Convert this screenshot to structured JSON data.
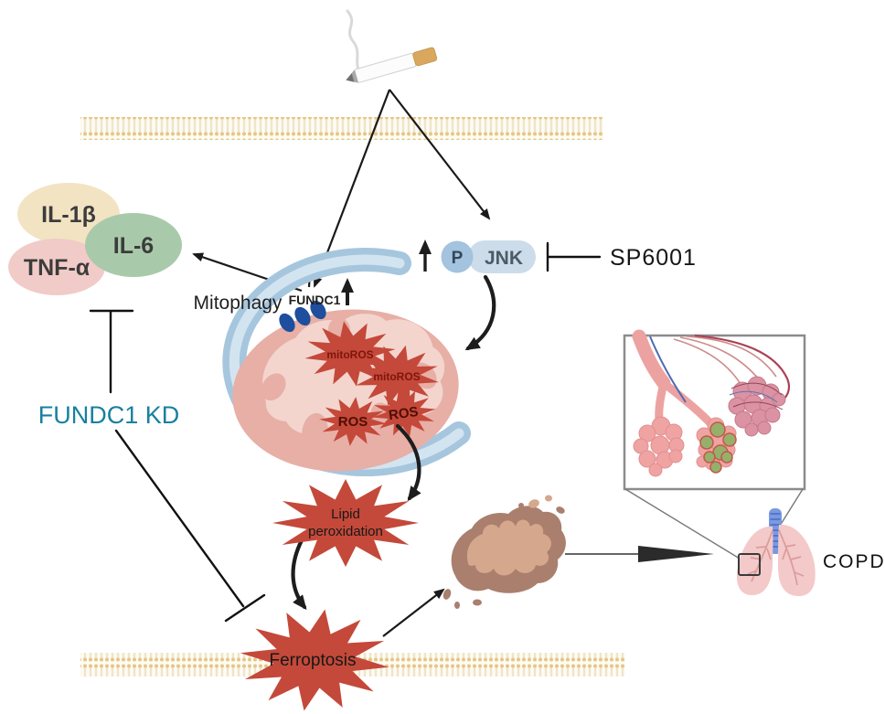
{
  "labels": {
    "il1b": "IL-1β",
    "il6": "IL-6",
    "tnfa": "TNF-α",
    "mitophagy": "Mitophagy",
    "fundc1": "FUNDC1",
    "fundc1_kd": "FUNDC1 KD",
    "p": "P",
    "jnk": "JNK",
    "sp6001": "SP6001",
    "mito_ros_a": "mitoROS",
    "mito_ros_b": "mitoROS",
    "ros_a": "ROS",
    "ros_b": "ROS",
    "lipid_line1": "Lipid",
    "lipid_line2": "peroxidation",
    "ferroptosis": "Ferroptosis",
    "copd": "COPD"
  },
  "colors": {
    "star_red": "#c4493a",
    "membrane_dot": "#e6c684",
    "phagophore_blue": "#a6c6de",
    "phagophore_inner": "#d3e4f1",
    "mito_outer_pink": "#e7afa6",
    "mito_matrix_pink": "#f3d5ce",
    "fundc1_dot_blue": "#1e4e9d",
    "teal_label": "#17809f",
    "il1b_fill": "#f2e3c3",
    "tnfa_fill": "#f1cbc7",
    "il6_fill": "#a9c9ab",
    "p_circle_fill": "#a3c3de",
    "jnk_pill_fill": "#ccdcea",
    "damaged_mito_brown": "#aa7f6e",
    "damaged_mito_inner": "#d5a78c",
    "lung_pink": "#f3c9c9",
    "trachea_blue": "#7b99e0",
    "alveoli_pink": "#efa3a3",
    "alveoli_green": "#96b06c",
    "alveoli_dark_pink": "#db92a2"
  }
}
